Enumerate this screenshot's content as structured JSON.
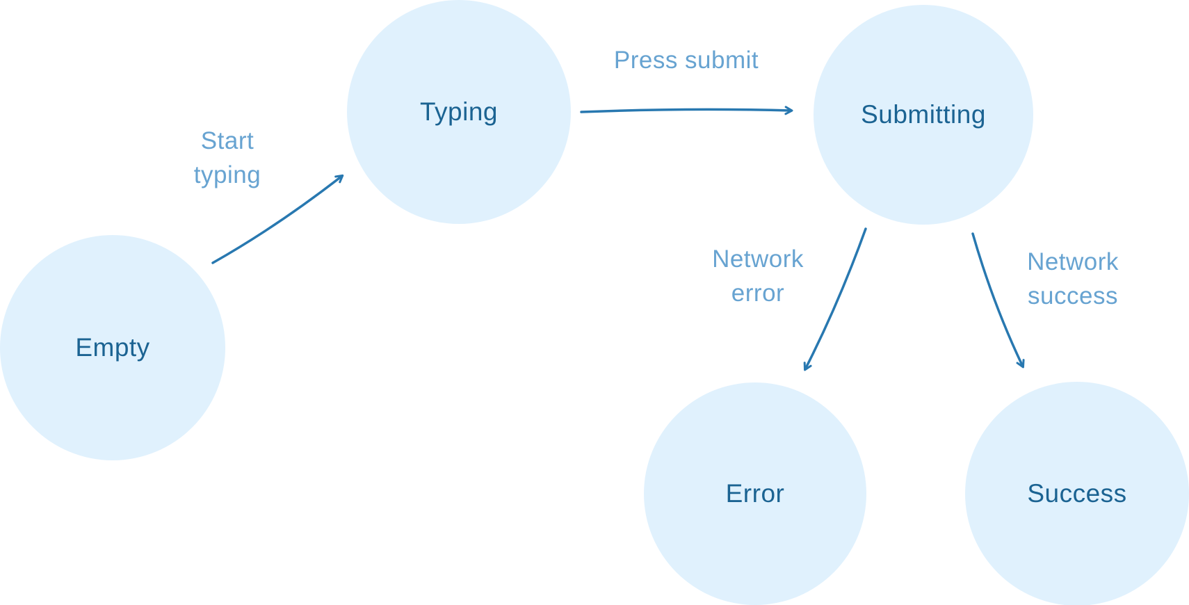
{
  "diagram": {
    "type": "state-machine",
    "colors": {
      "node_fill": "#e0f1fd",
      "node_text": "#1b6392",
      "edge_stroke": "#2878b0",
      "edge_label_text": "#67a3d1",
      "background": "#ffffff"
    },
    "states": [
      {
        "id": "empty",
        "label": "Empty"
      },
      {
        "id": "typing",
        "label": "Typing"
      },
      {
        "id": "submitting",
        "label": "Submitting"
      },
      {
        "id": "error",
        "label": "Error"
      },
      {
        "id": "success",
        "label": "Success"
      }
    ],
    "transitions": [
      {
        "from": "empty",
        "to": "typing",
        "label": "Start typing"
      },
      {
        "from": "typing",
        "to": "submitting",
        "label": "Press submit"
      },
      {
        "from": "submitting",
        "to": "error",
        "label": "Network error"
      },
      {
        "from": "submitting",
        "to": "success",
        "label": "Network success"
      }
    ]
  }
}
